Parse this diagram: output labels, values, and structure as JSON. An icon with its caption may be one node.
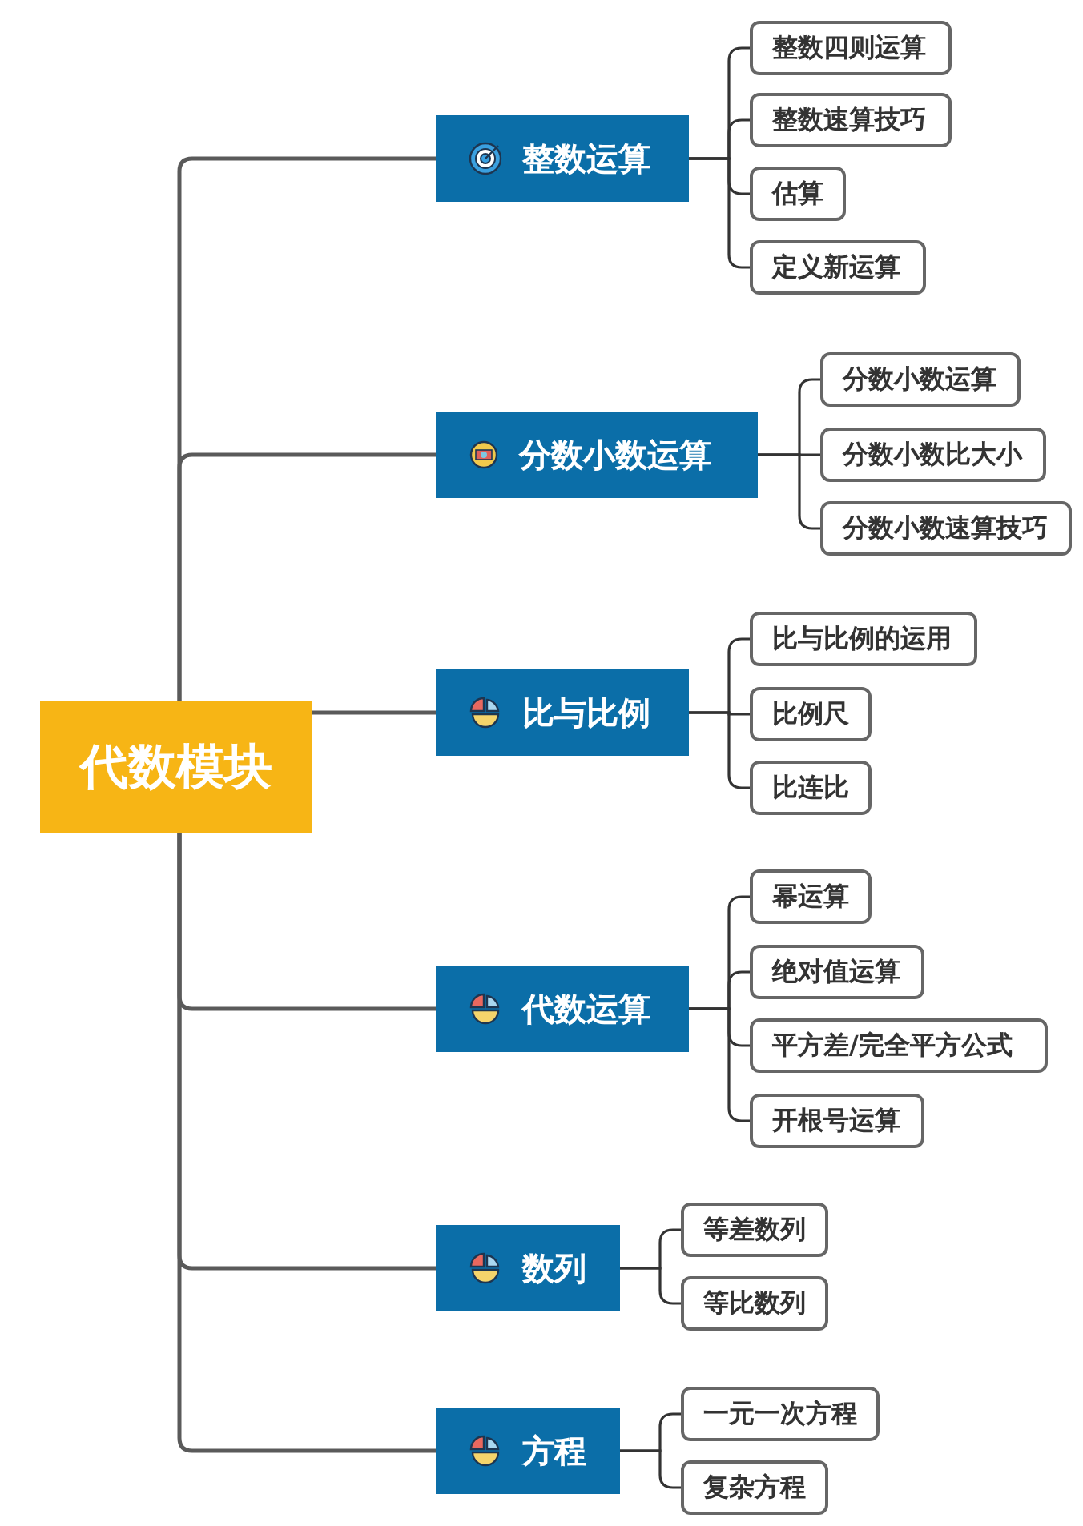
{
  "diagram": {
    "nodes": [
      {
        "text": [
          "代数模块"
        ]
      },
      {
        "text": [
          "整数运算"
        ]
      },
      {
        "text": [
          "整数四则运算"
        ]
      },
      {
        "text": [
          "整数速算技巧"
        ]
      },
      {
        "text": [
          "估算"
        ]
      },
      {
        "text": [
          "定义新运算"
        ]
      },
      {
        "text": [
          "分数小数运算"
        ]
      },
      {
        "text": [
          "分数小数运算"
        ]
      },
      {
        "text": [
          "分数小数比大小"
        ]
      },
      {
        "text": [
          "分数小数速算技巧"
        ]
      },
      {
        "text": [
          "比与比例"
        ]
      },
      {
        "text": [
          "比与比例的运用"
        ]
      },
      {
        "text": [
          "比例尺"
        ]
      },
      {
        "text": [
          "比连比"
        ]
      },
      {
        "text": [
          "代数运算"
        ]
      },
      {
        "text": [
          "幂运算"
        ]
      },
      {
        "text": [
          "绝对值运算"
        ]
      },
      {
        "text": [
          "平方差/完全平方公式"
        ]
      },
      {
        "text": [
          "开根号运算"
        ]
      },
      {
        "text": [
          "数列"
        ]
      },
      {
        "text": [
          "等差数列"
        ]
      },
      {
        "text": [
          "等比数列"
        ]
      },
      {
        "text": [
          "方程"
        ]
      },
      {
        "text": [
          "一元一次方程"
        ]
      },
      {
        "text": [
          "复杂方程"
        ]
      }
    ],
    "edges": [
      {
        "from": 0,
        "to": 1,
        "arrow": "none"
      },
      {
        "from": 1,
        "to": 2,
        "arrow": "none"
      },
      {
        "from": 1,
        "to": 3,
        "arrow": "none"
      },
      {
        "from": 1,
        "to": 4,
        "arrow": "none"
      },
      {
        "from": 1,
        "to": 5,
        "arrow": "none"
      },
      {
        "from": 0,
        "to": 6,
        "arrow": "none"
      },
      {
        "from": 6,
        "to": 7,
        "arrow": "none"
      },
      {
        "from": 6,
        "to": 8,
        "arrow": "none"
      },
      {
        "from": 6,
        "to": 9,
        "arrow": "none"
      },
      {
        "from": 0,
        "to": 10,
        "arrow": "none"
      },
      {
        "from": 10,
        "to": 11,
        "arrow": "none"
      },
      {
        "from": 10,
        "to": 12,
        "arrow": "none"
      },
      {
        "from": 10,
        "to": 13,
        "arrow": "none"
      },
      {
        "from": 0,
        "to": 14,
        "arrow": "none"
      },
      {
        "from": 14,
        "to": 15,
        "arrow": "none"
      },
      {
        "from": 14,
        "to": 16,
        "arrow": "none"
      },
      {
        "from": 14,
        "to": 17,
        "arrow": "none"
      },
      {
        "from": 14,
        "to": 18,
        "arrow": "none"
      },
      {
        "from": 0,
        "to": 19,
        "arrow": "none"
      },
      {
        "from": 19,
        "to": 20,
        "arrow": "none"
      },
      {
        "from": 19,
        "to": 21,
        "arrow": "none"
      },
      {
        "from": 0,
        "to": 22,
        "arrow": "none"
      },
      {
        "from": 22,
        "to": 23,
        "arrow": "none"
      },
      {
        "from": 22,
        "to": 24,
        "arrow": "none"
      }
    ]
  }
}
